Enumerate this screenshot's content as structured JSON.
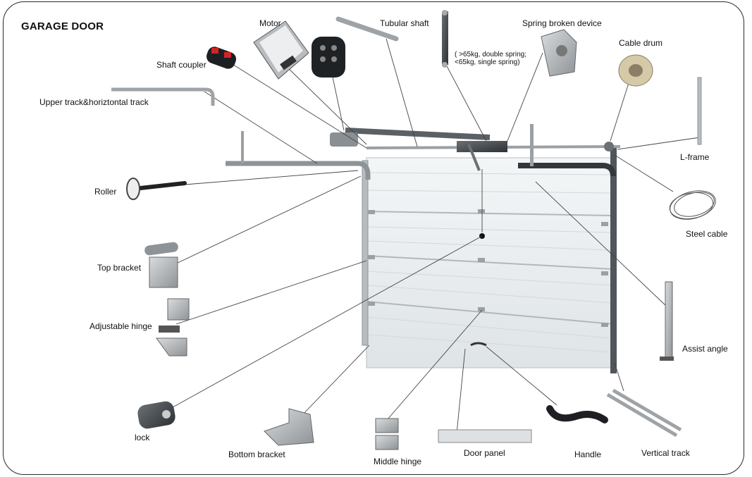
{
  "title": "GARAGE DOOR",
  "labels": {
    "motor": "Motor",
    "tubular_shaft": "Tubular shaft",
    "spring_broken_device": "Spring broken device",
    "cable_drum": "Cable drum",
    "shaft_coupler": "Shaft coupler",
    "upper_track": "Upper track&horiztontal track",
    "roller": "Roller",
    "top_bracket": "Top bracket",
    "adjustable_hinge": "Adjustable hinge",
    "lock": "lock",
    "bottom_bracket": "Bottom bracket",
    "middle_hinge": "Middle hinge",
    "door_panel": "Door panel",
    "handle": "Handle",
    "vertical_track": "Vertical track",
    "assist_angle": "Assist angle",
    "steel_cable": "Steel cable",
    "l_frame": "L-frame"
  },
  "spring_note": {
    "line1": "( >65kg, double spring;",
    "line2": "<65kg, single spring)"
  },
  "colors": {
    "panel": "#e8ecee",
    "panel_line": "#c9d0d4",
    "track": "#9aa0a4",
    "dark_metal": "#4a4f54",
    "leader": "#444444"
  }
}
